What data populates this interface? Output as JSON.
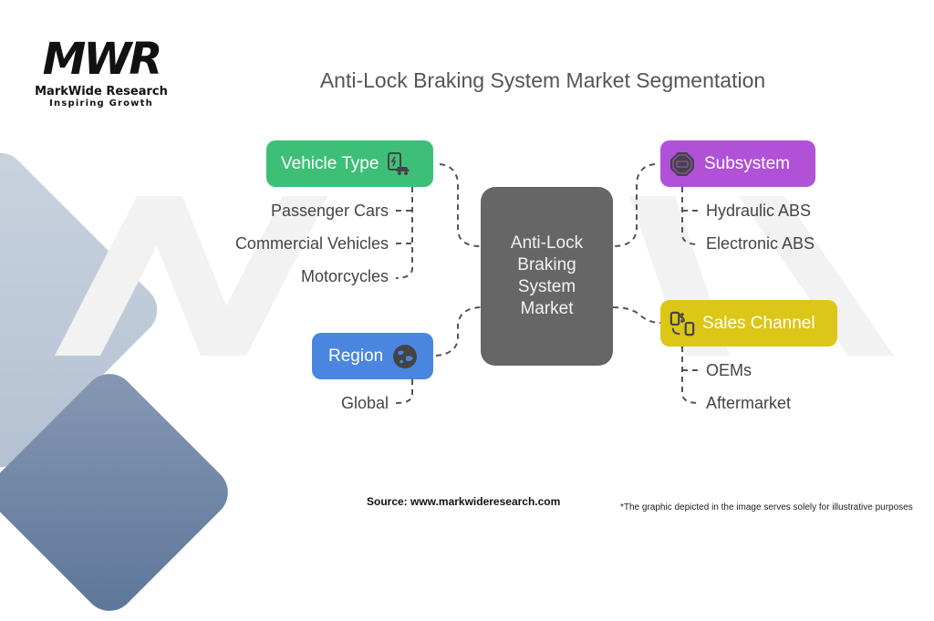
{
  "logo": {
    "mark": "MWR",
    "name": "MarkWide Research",
    "tagline": "Inspiring Growth"
  },
  "title": "Anti-Lock Braking System Market Segmentation",
  "center": {
    "line1": "Anti-Lock",
    "line2": "Braking",
    "line3": "System",
    "line4": "Market"
  },
  "segments": [
    {
      "label": "Vehicle Type",
      "color": "#3ebf77",
      "icon": "ev-charging-car-icon",
      "items": [
        "Passenger Cars",
        "Commercial Vehicles",
        "Motorcycles"
      ]
    },
    {
      "label": "Region",
      "color": "#4a86e0",
      "icon": "globe-icon",
      "items": [
        "Global"
      ]
    },
    {
      "label": "Subsystem",
      "color": "#b151d8",
      "icon": "abs-sign-icon",
      "items": [
        "Hydraulic ABS",
        "Electronic ABS"
      ]
    },
    {
      "label": "Sales Channel",
      "color": "#dcc618",
      "icon": "payment-exchange-icon",
      "items": [
        "OEMs",
        "Aftermarket"
      ]
    }
  ],
  "footer": {
    "source": "Source: www.markwideresearch.com",
    "disclaimer": "*The graphic depicted in the image serves solely for illustrative purposes"
  },
  "colors": {
    "center": "#666666",
    "line": "#555555",
    "text": "#444444"
  }
}
